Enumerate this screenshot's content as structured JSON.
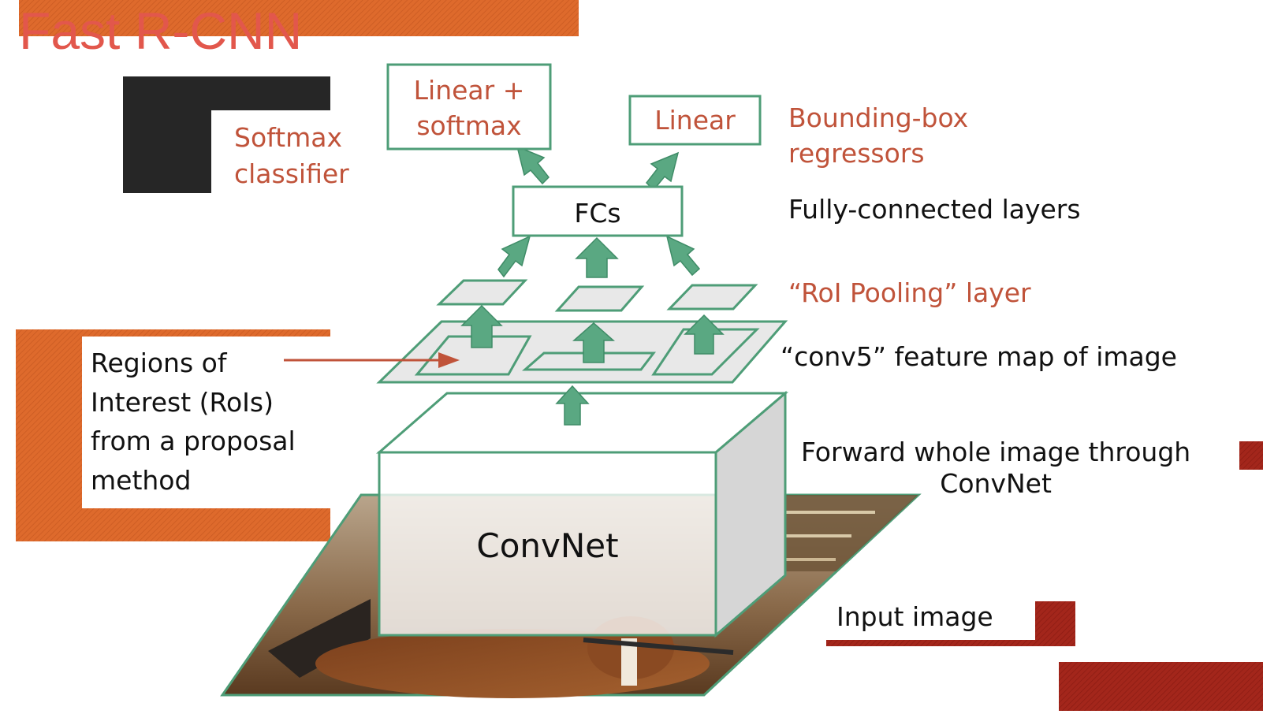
{
  "slide": {
    "title": "Fast R-CNN",
    "colors": {
      "accent_orange": "#e07030",
      "accent_red": "#a32019",
      "title_red": "#e2574c",
      "label_red": "#c0533a",
      "teal": "#5aa882",
      "dark_block": "#262626"
    }
  },
  "diagram": {
    "boxes": {
      "linear_softmax_line1": "Linear +",
      "linear_softmax_line2": "softmax",
      "linear": "Linear",
      "fcs": "FCs",
      "convnet": "ConvNet"
    },
    "labels": {
      "softmax_line1": "Softmax",
      "softmax_line2": "classifier",
      "bbox_line1": "Bounding-box",
      "bbox_line2": "regressors",
      "fully_connected": "Fully-connected layers",
      "roi_pooling": "“RoI Pooling” layer",
      "conv5": "“conv5” feature map of image",
      "forward_line1": "Forward whole image through",
      "forward_line2": "ConvNet",
      "input_image": "Input image",
      "rois_line1": "Regions of",
      "rois_line2": "Interest (RoIs)",
      "rois_line3": "from a proposal",
      "rois_line4": "method"
    }
  }
}
